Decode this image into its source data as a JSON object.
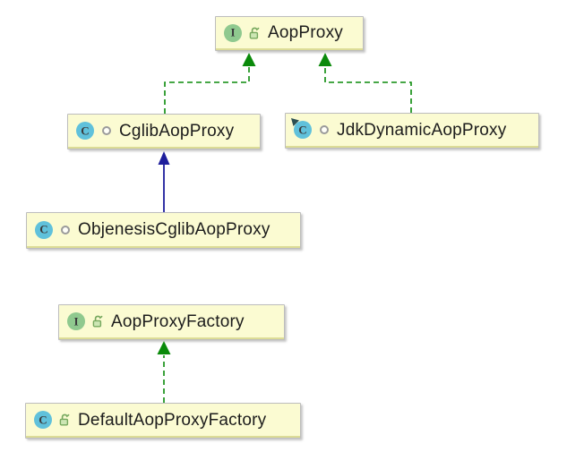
{
  "diagram_type": "uml-class-diagram",
  "colors": {
    "canvas_bg": "#ffffff",
    "node_fill": "#fbfbd2",
    "node_border": "#bdbdbd",
    "node_bottom_edge": "#dcdc96",
    "label_text": "#1c1c1c",
    "interface_icon_bg": "#8fc98f",
    "class_icon_bg": "#60c1db",
    "icon_letter": "#3a3a3c",
    "final_marker": "#2c4f52",
    "implements_edge": "#0a8a0a",
    "extends_edge": "#1e1e9c",
    "lock_stroke": "#76a85e",
    "lock_fill": "#cde6b4",
    "package_private_ring": "#9b9b9b"
  },
  "nodes": [
    {
      "label": "AopProxy",
      "kind": "interface",
      "letter": "I",
      "visibility": "public"
    },
    {
      "label": "CglibAopProxy",
      "kind": "class",
      "letter": "C",
      "visibility": "package-private"
    },
    {
      "label": "JdkDynamicAopProxy",
      "kind": "final-class",
      "letter": "C",
      "visibility": "package-private"
    },
    {
      "label": "ObjenesisCglibAopProxy",
      "kind": "class",
      "letter": "C",
      "visibility": "package-private"
    },
    {
      "label": "AopProxyFactory",
      "kind": "interface",
      "letter": "I",
      "visibility": "public"
    },
    {
      "label": "DefaultAopProxyFactory",
      "kind": "class",
      "letter": "C",
      "visibility": "public"
    }
  ],
  "edges": [
    {
      "from": "CglibAopProxy",
      "to": "AopProxy",
      "relation": "implements",
      "style": "green-dashed"
    },
    {
      "from": "JdkDynamicAopProxy",
      "to": "AopProxy",
      "relation": "implements",
      "style": "green-dashed"
    },
    {
      "from": "ObjenesisCglibAopProxy",
      "to": "CglibAopProxy",
      "relation": "extends",
      "style": "blue-solid"
    },
    {
      "from": "DefaultAopProxyFactory",
      "to": "AopProxyFactory",
      "relation": "implements",
      "style": "green-dashed"
    }
  ]
}
